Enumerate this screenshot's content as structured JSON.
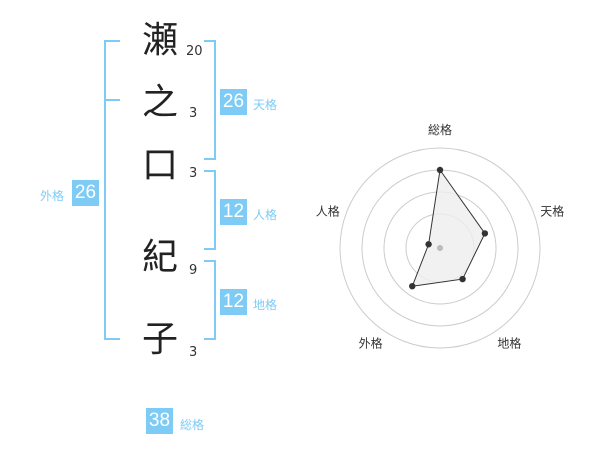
{
  "name": {
    "chars": [
      {
        "char": "瀬",
        "strokes": "20"
      },
      {
        "char": "之",
        "strokes": "3"
      },
      {
        "char": "口",
        "strokes": "3"
      },
      {
        "char": "紀",
        "strokes": "9"
      },
      {
        "char": "子",
        "strokes": "3"
      }
    ]
  },
  "fortunes": {
    "tenkaku": {
      "value": "26",
      "label": "天格"
    },
    "jinkaku": {
      "value": "12",
      "label": "人格"
    },
    "chikaku": {
      "value": "12",
      "label": "地格"
    },
    "gaikaku": {
      "value": "26",
      "label": "外格"
    },
    "soukaku": {
      "value": "38",
      "label": "総格"
    }
  },
  "radar": {
    "axes": [
      "総格",
      "天格",
      "地格",
      "外格",
      "人格"
    ],
    "values": [
      0.75,
      0.4,
      0.3,
      0.4,
      0.0
    ],
    "colors": {
      "ring": "#cccccc",
      "fill": "#eeeeee",
      "line": "#333333",
      "dot": "#333333",
      "center": "#bbbbbb"
    }
  }
}
